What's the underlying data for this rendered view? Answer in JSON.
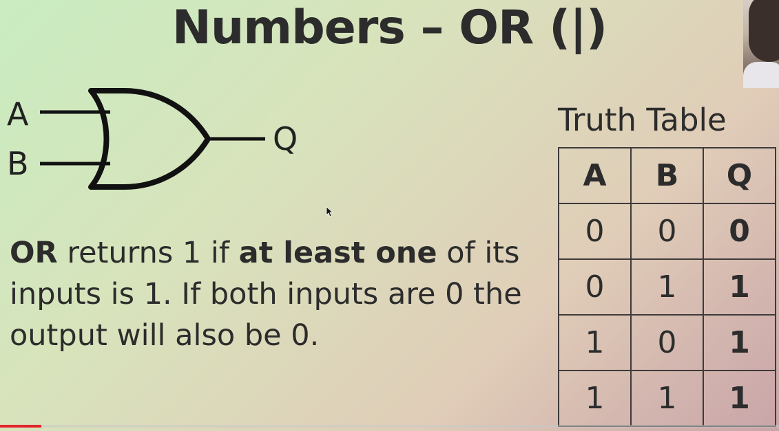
{
  "slide": {
    "title": "Numbers – OR (|)"
  },
  "gate": {
    "input_a": "A",
    "input_b": "B",
    "output_q": "Q"
  },
  "description": {
    "part1_bold": "OR",
    "part2": " returns 1 if ",
    "part3_bold": "at least one",
    "part4": " of its inputs is 1. If both inputs are 0 the output will also be 0."
  },
  "truth_table": {
    "title": "Truth Table",
    "headers": [
      "A",
      "B",
      "Q"
    ],
    "rows": [
      [
        "0",
        "0",
        "0"
      ],
      [
        "0",
        "1",
        "1"
      ],
      [
        "1",
        "0",
        "1"
      ],
      [
        "1",
        "1",
        "1"
      ]
    ]
  },
  "video": {
    "progress": 0.053
  },
  "colors": {
    "text": "#2c2c2c",
    "progress_fill": "#e3242b"
  }
}
